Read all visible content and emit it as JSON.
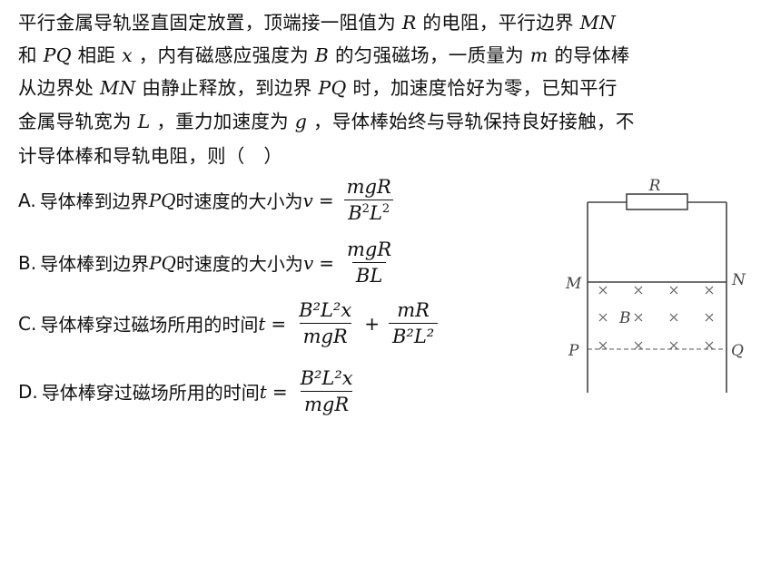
{
  "question": {
    "lines": [
      [
        "平行金属导轨竖直固定放置，顶端接一阻值为 ",
        "R",
        " 的电阻，平行边界 ",
        "MN",
        ""
      ],
      [
        " 和 ",
        "PQ",
        " 相距 ",
        "x",
        " ，内有磁感应强度为 ",
        "B",
        " 的匀强磁场，一质量为 ",
        "m",
        " 的导体棒"
      ],
      [
        "从边界处 ",
        "MN",
        " 由静止释放，到边界 ",
        "PQ",
        " 时，加速度恰好为零，已知平行"
      ],
      [
        "金属导轨宽为 ",
        "L",
        " ，重力加速度为 ",
        "g",
        " ，导体棒始终与导轨保持良好接触，不"
      ],
      [
        "计导体棒和导轨电阻，则（　）"
      ]
    ]
  },
  "options": [
    {
      "label": "A.",
      "text": "导体棒到边界 ",
      "var": "PQ",
      "text2": " 时速度的大小为 ",
      "lhs": "v",
      "num": "mgR",
      "den_base": "B",
      "den_sup": "2",
      "den_base2": "L",
      "den_sup2": "2"
    },
    {
      "label": "B.",
      "text": "导体棒到边界 ",
      "var": "PQ",
      "text2": " 时速度的大小为 ",
      "lhs": "v",
      "num": "mgR",
      "den": "BL"
    },
    {
      "label": "C.",
      "text": "导体棒穿过磁场所用的时间 ",
      "lhs": "t",
      "frac1_num": "B²L²x",
      "frac1_den": "mgR",
      "frac2_num": "mR",
      "frac2_den": "B²L²"
    },
    {
      "label": "D.",
      "text": "导体棒穿过磁场所用的时间 ",
      "lhs": "t",
      "frac1_num": "B²L²x",
      "frac1_den": "mgR"
    }
  ],
  "diagram": {
    "labels": {
      "resistor": "R",
      "M": "M",
      "N": "N",
      "P": "P",
      "Q": "Q",
      "field": "B"
    },
    "field_symbol": "×",
    "line_color": "#444444"
  }
}
